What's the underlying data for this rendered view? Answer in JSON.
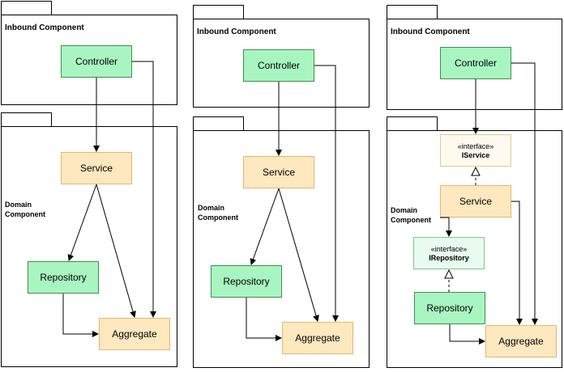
{
  "diagrams": [
    {
      "inbound_label": "Inbound Component",
      "domain_label": "Domain Component",
      "controller": "Controller",
      "service": "Service",
      "repository": "Repository",
      "aggregate": "Aggregate"
    },
    {
      "inbound_label": "Inbound Component",
      "domain_label": "Domain Component",
      "controller": "Controller",
      "service": "Service",
      "repository": "Repository",
      "aggregate": "Aggregate"
    },
    {
      "inbound_label": "Inbound Component",
      "domain_label": "Domain Component",
      "controller": "Controller",
      "service": "Service",
      "repository": "Repository",
      "aggregate": "Aggregate",
      "iservice_stereotype": "«interface»",
      "iservice_name": "IService",
      "irepository_stereotype": "«interface»",
      "irepository_name": "IRepository"
    }
  ]
}
